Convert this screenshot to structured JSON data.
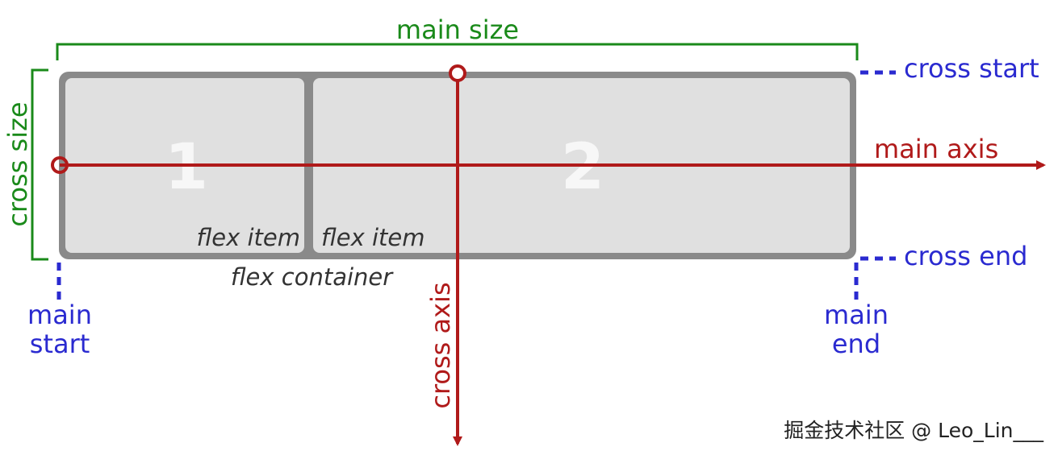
{
  "labels": {
    "main_size": "main size",
    "cross_size": "cross size",
    "cross_start": "cross start",
    "cross_end": "cross end",
    "main_axis": "main axis",
    "cross_axis": "cross axis",
    "main_start_line1": "main",
    "main_start_line2": "start",
    "main_end_line1": "main",
    "main_end_line2": "end",
    "flex_container": "flex container",
    "flex_item_1": "flex item",
    "flex_item_2": "flex item",
    "item_1_number": "1",
    "item_2_number": "2"
  },
  "watermark": "掘金技术社区 @ Leo_Lin___",
  "colors": {
    "green": "#1a8a1a",
    "blue": "#2a2ad0",
    "red": "#b01a1a",
    "container_border": "#8a8a8a",
    "item_fill": "#e0e0e0"
  }
}
